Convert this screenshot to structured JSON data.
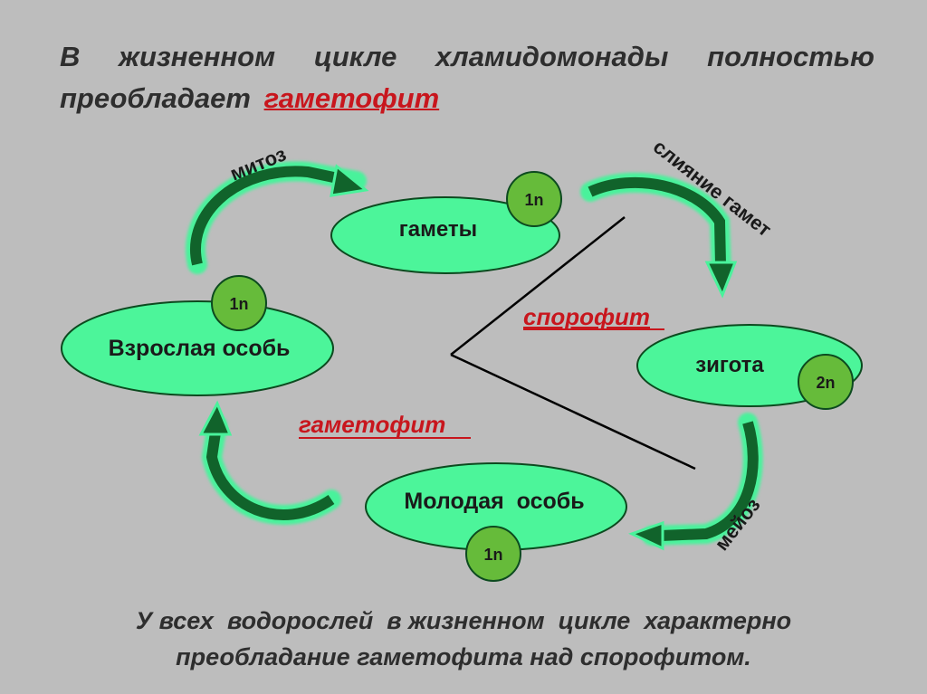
{
  "heading": {
    "prefix": "В жизненном цикле хламидомонады полностью преобладает",
    "accent": "гаметофит",
    "accent_color": "#c8161d"
  },
  "diagram": {
    "nodes": {
      "gametes": {
        "label": "гаметы",
        "ploidy": "1n"
      },
      "zygote": {
        "label": "зигота",
        "ploidy": "2n"
      },
      "young": {
        "label": "Молодая  особь",
        "ploidy": "1n"
      },
      "adult": {
        "label": "Взрослая особь",
        "ploidy": "1n"
      }
    },
    "arrow_labels": {
      "mitosis": "митоз",
      "fusion": "слияние гамет",
      "meiosis": "мейоз"
    },
    "phase_labels": {
      "sporophyte": "спорофит",
      "gametophyte": "гаметофит"
    },
    "colors": {
      "node_fill": "#4cf59a",
      "ploidy_fill": "#66bb3a",
      "arrow_fill": "#11632b",
      "arrow_glow": "#49f29b",
      "phase_label": "#c8161d",
      "background": "#bdbdbd"
    }
  },
  "footer": {
    "line1": "У всех  водорослей  в жизненном  цикле  характерно",
    "line2": "преобладание гаметофита над спорофитом."
  }
}
